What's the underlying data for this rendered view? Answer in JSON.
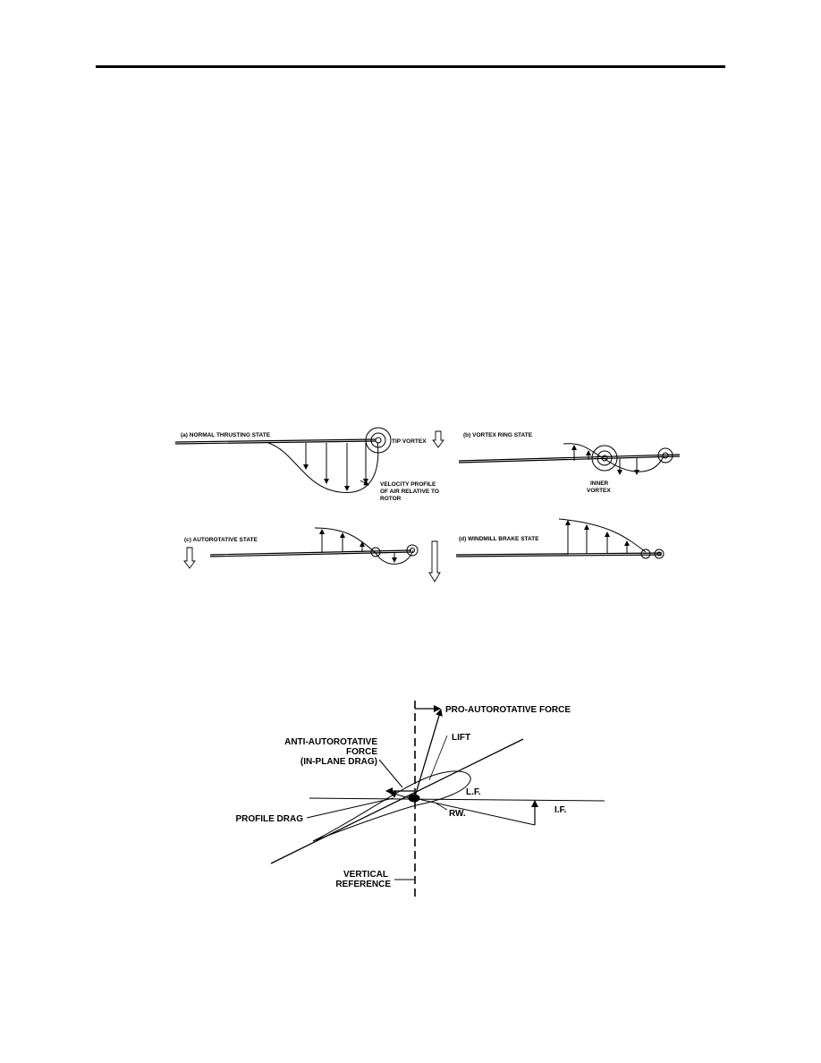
{
  "figure1": {
    "panel_a": {
      "title": "(a)  NORMAL THRUSTING STATE",
      "tip_vortex": "TIP VORTEX",
      "velocity_line1": "VELOCITY PROFILE",
      "velocity_line2": "OF AIR RELATIVE TO",
      "velocity_line3": "ROTOR"
    },
    "panel_b": {
      "title": "(b)  VORTEX RING STATE",
      "inner_line1": "INNER",
      "inner_line2": "VORTEX"
    },
    "panel_c": {
      "title": "(c)  AUTOROTATIVE STATE"
    },
    "panel_d": {
      "title": "(d)  WINDMILL BRAKE STATE"
    }
  },
  "figure2": {
    "pro_force": "PRO-AUTOROTATIVE FORCE",
    "lift": "LIFT",
    "anti_line1": "ANTI-AUTOROTATIVE",
    "anti_line2": "FORCE",
    "anti_line3": "(IN-PLANE DRAG)",
    "lf": "L.F.",
    "if": "I.F.",
    "rw": "RW.",
    "profile_drag": "PROFILE DRAG",
    "vertical_line1": "VERTICAL",
    "vertical_line2": "REFERENCE"
  }
}
